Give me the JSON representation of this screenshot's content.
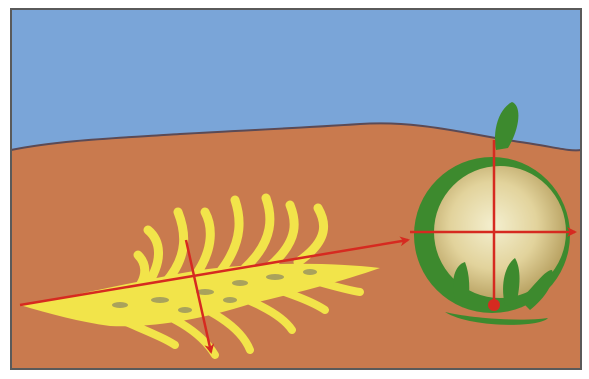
{
  "colors": {
    "frame": "#5a5a5a",
    "sky": "#7aa5d8",
    "soil": "#c97a4e",
    "horizon_line": "#5b4a55",
    "root_yellow": "#f2e44a",
    "root_light": "#f8ef9a",
    "root_speckle": "#a9a25c",
    "tuber_green": "#3d8a2e",
    "tuber_center": "#f1eac0",
    "tuber_edge": "#b39b5a",
    "arrow_red": "#d62a20"
  },
  "elements": {
    "fibrous_root": "fibrous-root-system",
    "tuber": "spherical-tuber",
    "arrows": [
      "horizontal-arrow",
      "vertical-arrow",
      "tuber-horizontal-axis",
      "tuber-vertical-axis"
    ]
  }
}
